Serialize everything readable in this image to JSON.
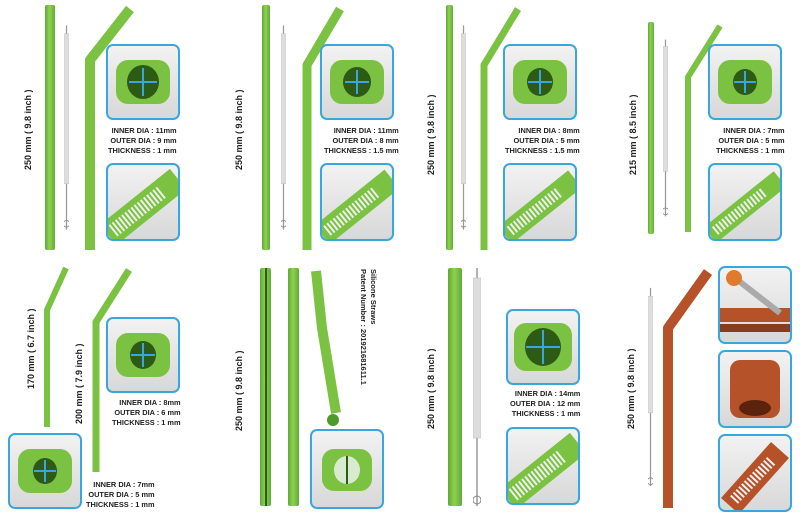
{
  "accent_color": "#3aa7dc",
  "straw_color": "#7cc242",
  "brown_color": "#b5522a",
  "panels": [
    {
      "length": "250 mm ( 9.8 inch )",
      "inner": "INNER DIA : 11mm",
      "outer": "OUTER DIA : 9 mm",
      "thick": "THICKNESS : 1 mm"
    },
    {
      "length": "250 mm ( 9.8 inch )",
      "inner": "INNER DIA : 11mm",
      "outer": "OUTER DIA : 8 mm",
      "thick": "THICKNESS : 1.5 mm"
    },
    {
      "length": "250 mm ( 9.8 inch )",
      "inner": "INNER DIA : 8mm",
      "outer": "OUTER DIA : 5 mm",
      "thick": "THICKNESS : 1.5 mm"
    },
    {
      "length": "215 mm ( 8.5 inch )",
      "inner": "INNER DIA : 7mm",
      "outer": "OUTER DIA : 5 mm",
      "thick": "THICKNESS : 1 mm"
    },
    {
      "length_a": "170 mm ( 6.7 inch )",
      "length_b": "200 mm ( 7.9 inch )",
      "inner_a": "INNER DIA : 8mm",
      "outer_a": "OUTER DIA : 6 mm",
      "thick_a": "THICKNESS : 1 mm",
      "inner_b": "INNER DIA : 7mm",
      "outer_b": "OUTER DIA : 5 mm",
      "thick_b": "THICKNESS : 1 mm"
    },
    {
      "length": "250 mm ( 9.8 inch )",
      "note1": "Silicone Straws",
      "note2": "Patent Number : 201921681611.1"
    },
    {
      "length": "250 mm ( 9.8 inch )",
      "inner": "INNER DIA : 14mm",
      "outer": "OUTER DIA : 12 mm",
      "thick": "THICKNESS : 1 mm"
    },
    {
      "length": "250 mm ( 9.8 inch )"
    }
  ]
}
